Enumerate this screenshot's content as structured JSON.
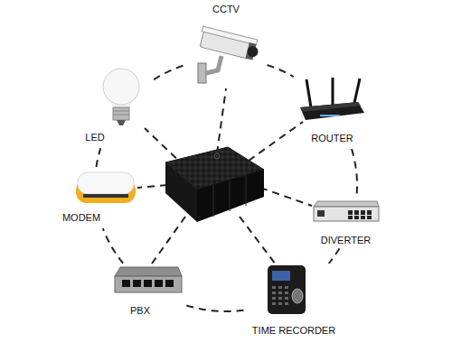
{
  "diagram": {
    "nodes": [
      {
        "text": [
          "CCTV"
        ]
      },
      {
        "text": [
          "LED"
        ]
      },
      {
        "text": [
          "ROUTER"
        ]
      },
      {
        "text": [
          "MODEM"
        ]
      },
      {
        "text": [
          "DIVERTER"
        ]
      },
      {
        "text": [
          "PBX"
        ]
      },
      {
        "text": [
          "TIME RECORDER"
        ]
      }
    ],
    "edges": [
      {
        "from": 0,
        "to": 2,
        "arrow": "none"
      },
      {
        "from": 2,
        "to": 4,
        "arrow": "none"
      },
      {
        "from": 4,
        "to": 6,
        "arrow": "none"
      },
      {
        "from": 6,
        "to": 5,
        "arrow": "none"
      },
      {
        "from": 5,
        "to": 3,
        "arrow": "none"
      },
      {
        "from": 3,
        "to": 1,
        "arrow": "none"
      },
      {
        "from": 1,
        "to": 0,
        "arrow": "none"
      }
    ]
  }
}
